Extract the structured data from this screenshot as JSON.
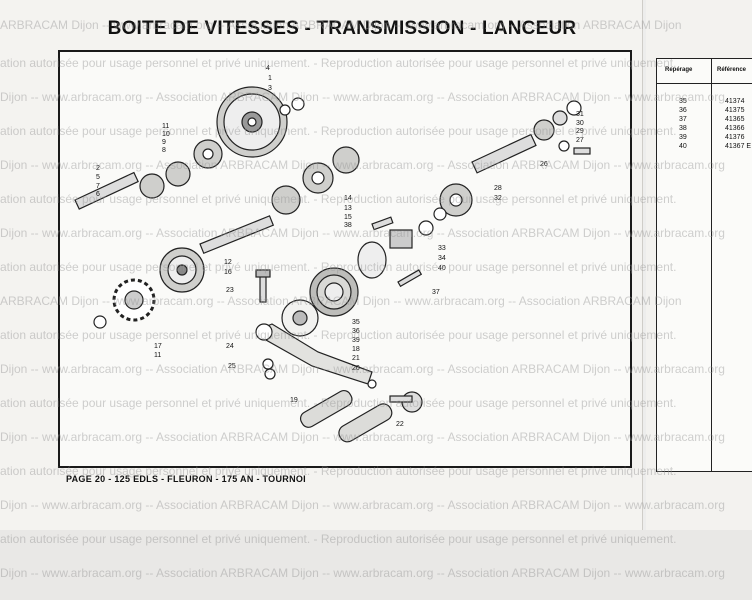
{
  "page": {
    "title": "BOITE DE VITESSES - TRANSMISSION - LANCEUR",
    "footer": "PAGE 20 - 125 EDLS - FLEURON - 175 AN - TOURNOI"
  },
  "table": {
    "headers": [
      "Repérage",
      "Référence"
    ],
    "rows": [
      {
        "rep": "35",
        "ref": "41374"
      },
      {
        "rep": "36",
        "ref": "41375"
      },
      {
        "rep": "37",
        "ref": "41365"
      },
      {
        "rep": "38",
        "ref": "41366"
      },
      {
        "rep": "39",
        "ref": "41376"
      },
      {
        "rep": "40",
        "ref": "41367 E"
      }
    ]
  },
  "watermark": {
    "line_a": "ARBRACAM Dijon -- www.arbracam.org -- Association ARBRACAM Dijon -- www.arbracam.org -- Association ARBRACAM Dijon",
    "line_b": "ation autorisée pour usage personnel et privé uniquement. - Reproduction autorisée pour usage personnel et privé uniquement.",
    "line_c": "Dijon -- www.arbracam.org -- Association ARBRACAM Dijon -- www.arbracam.org -- Association ARBRACAM Dijon -- www.arbracam.org"
  },
  "labels": [
    "1",
    "2",
    "3",
    "4",
    "5",
    "6",
    "7",
    "8",
    "9",
    "10",
    "11",
    "12",
    "13",
    "14",
    "15",
    "16",
    "17",
    "18",
    "19",
    "20",
    "21",
    "22",
    "23",
    "24",
    "25",
    "26",
    "27",
    "28",
    "29",
    "30",
    "31",
    "32",
    "33",
    "34",
    "35",
    "36",
    "37",
    "38",
    "39",
    "40"
  ]
}
